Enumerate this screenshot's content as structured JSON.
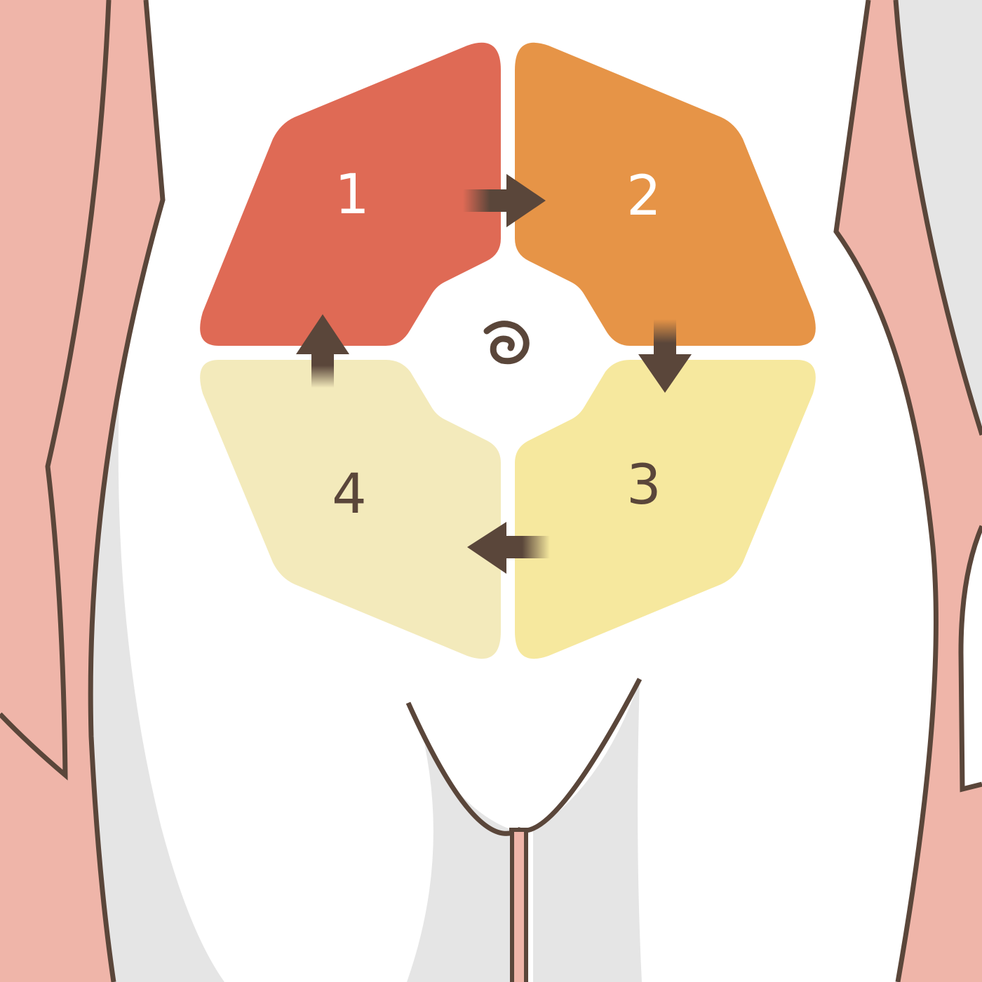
{
  "quadrants": [
    {
      "id": "1",
      "label": "1",
      "color": "#df6a55",
      "label_color": "#ffffff"
    },
    {
      "id": "2",
      "label": "2",
      "color": "#e69447",
      "label_color": "#ffffff"
    },
    {
      "id": "3",
      "label": "3",
      "color": "#f6e89e",
      "label_color": "#5a463a"
    },
    {
      "id": "4",
      "label": "4",
      "color": "#f3eabb",
      "label_color": "#5a463a"
    }
  ],
  "colors": {
    "outline": "#5a463a",
    "arms": "#efb5a9",
    "shade": "#e5e5e5",
    "background": "#ffffff"
  },
  "icons": {
    "navel": "navel-spiral-icon",
    "arrows": [
      "arrow-right-icon",
      "arrow-down-icon",
      "arrow-left-icon",
      "arrow-up-icon"
    ]
  }
}
